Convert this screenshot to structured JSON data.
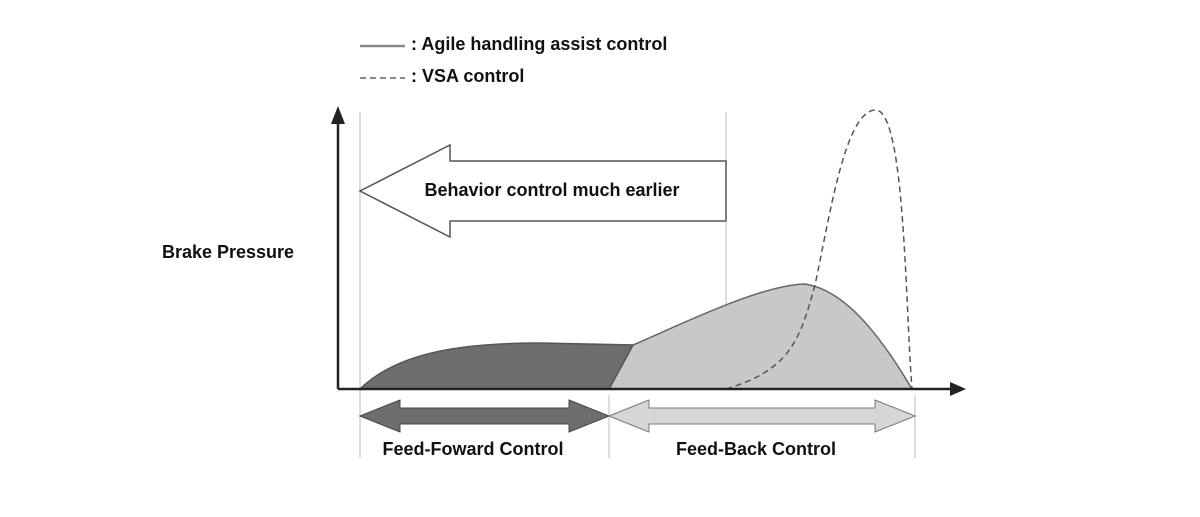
{
  "legend": {
    "solid_label": ": Agile handling assist control",
    "dashed_label": ": VSA control"
  },
  "arrow_text": "Behavior control much earlier",
  "y_axis_label": "Brake Pressure",
  "feed_forward_label": "Feed-Foward Control",
  "feed_back_label": "Feed-Back Control",
  "colors": {
    "feed_forward_fill": "#6e6e6e",
    "feed_back_fill": "#c8c8c8",
    "axis": "#222222",
    "guide_line": "#bbbbbb",
    "dashed_curve": "#555555"
  }
}
